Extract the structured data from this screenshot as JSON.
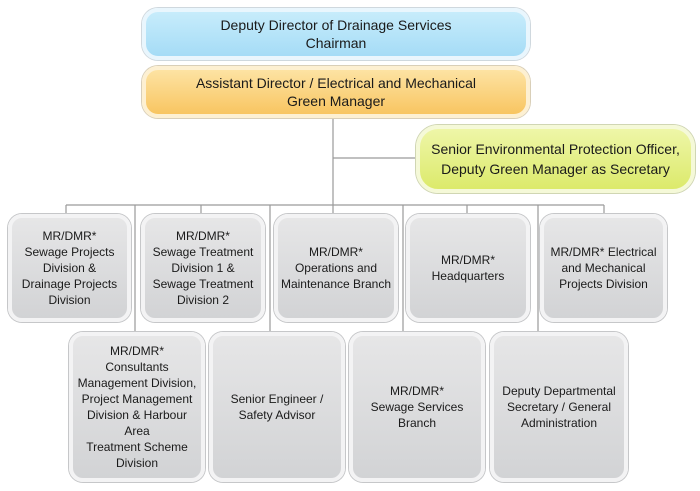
{
  "chairman": {
    "line1": "Deputy Director of Drainage Services",
    "line2": "Chairman"
  },
  "green_manager": {
    "line1": "Assistant Director / Electrical and Mechanical",
    "line2": "Green Manager"
  },
  "secretary": {
    "line1": "Senior Environmental Protection Officer,",
    "line2": "Deputy Green Manager as Secretary"
  },
  "row1": [
    {
      "text": "MR/DMR*\nSewage Projects\nDivision &\nDrainage Projects\nDivision"
    },
    {
      "text": "MR/DMR*\nSewage Treatment\nDivision 1 &\nSewage Treatment\nDivision 2"
    },
    {
      "text": "MR/DMR*\nOperations and\nMaintenance Branch"
    },
    {
      "text": "MR/DMR*\nHeadquarters"
    },
    {
      "text": "MR/DMR* Electrical\nand Mechanical\nProjects Division"
    }
  ],
  "row2": [
    {
      "text": "MR/DMR*\nConsultants\nManagement  Division,\nProject Management\nDivision & Harbour Area\nTreatment Scheme\nDivision"
    },
    {
      "text": "Senior Engineer /\nSafety Advisor"
    },
    {
      "text": "MR/DMR*\nSewage Services\nBranch"
    },
    {
      "text": "Deputy Departmental\nSecretary / General\nAdministration"
    }
  ]
}
